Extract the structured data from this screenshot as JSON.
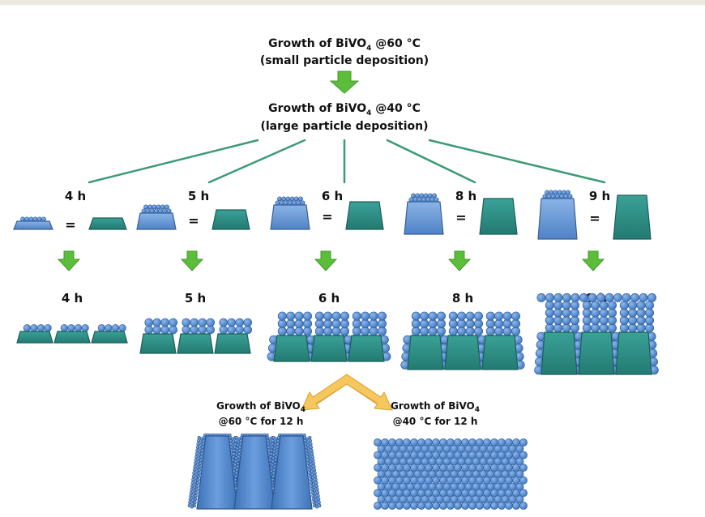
{
  "colors": {
    "blue_fill": "#6f9fd8",
    "blue_stroke": "#3c5f96",
    "teal_fill": "#2f8f86",
    "teal_stroke": "#1b5f58",
    "particle": "#4b86d0",
    "particle_stroke": "#2c5a9a",
    "green_arrow": "#5cbd3a",
    "green_line": "#3c9a74",
    "yellow_arrow": "#f6c75c"
  },
  "icons": {
    "down_arrow": "green-down-arrow-icon",
    "split_arrow": "yellow-chevron-split-arrow-icon"
  },
  "top": {
    "step1_main": "Growth of BiVO",
    "step1_sub": "4",
    "step1_temp": " @60 °C",
    "step1_note": "(small particle deposition)",
    "step2_main": "Growth of BiVO",
    "step2_sub": "4",
    "step2_temp": " @40 °C",
    "step2_note": "(large particle deposition)"
  },
  "stages": [
    {
      "label": "4 h",
      "eq": "=",
      "height_rank": 1
    },
    {
      "label": "5 h",
      "eq": "=",
      "height_rank": 2
    },
    {
      "label": "6 h",
      "eq": "=",
      "height_rank": 3
    },
    {
      "label": "8 h",
      "eq": "=",
      "height_rank": 4
    },
    {
      "label": "9 h",
      "eq": "=",
      "height_rank": 5
    }
  ],
  "bottom": {
    "left_line1_main": "Growth of BiVO",
    "left_line1_sub": "4",
    "left_line2": "@60 °C for 12 h",
    "right_line1_main": "Growth of BiVO",
    "right_line1_sub": "4",
    "right_line2": "@40 °C for 12 h"
  }
}
